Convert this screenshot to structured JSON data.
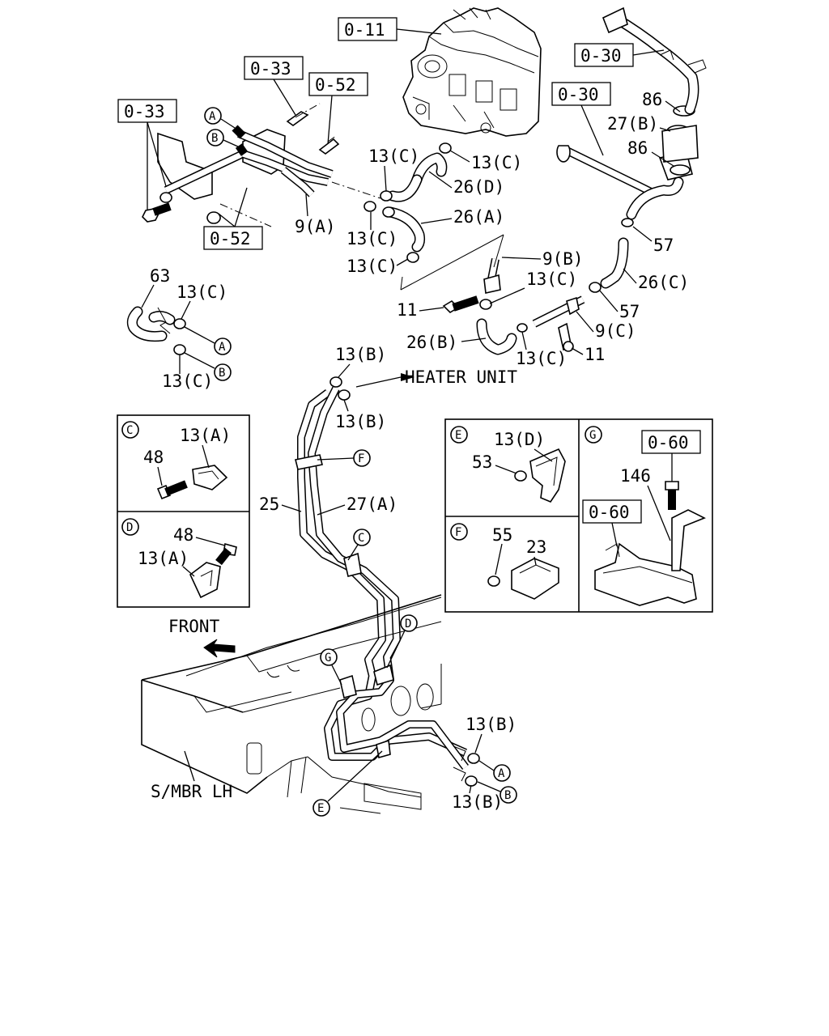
{
  "refs": {
    "r_0_11": "0-11",
    "r_0_33_top": "0-33",
    "r_0_33_left": "0-33",
    "r_0_52_top": "0-52",
    "r_0_52_bottom": "0-52",
    "r_0_30_top": "0-30",
    "r_0_30_mid": "0-30",
    "r_0_60_top": "0-60",
    "r_0_60_bottom": "0-60"
  },
  "labels": {
    "p86_top": "86",
    "p27b": "27(B)",
    "p86_bot": "86",
    "p13c_a": "13(C)",
    "p13c_b": "13(C)",
    "p26d": "26(D)",
    "p26a": "26(A)",
    "p9a": "9(A)",
    "p13c_c": "13(C)",
    "p13c_d": "13(C)",
    "p9b": "9(B)",
    "p57_top": "57",
    "p26c": "26(C)",
    "p13c_e": "13(C)",
    "p11_left": "11",
    "p57_bot": "57",
    "p9c": "9(C)",
    "p26b": "26(B)",
    "p13c_f": "13(C)",
    "p11_right": "11",
    "p63": "63",
    "p13c_g": "13(C)",
    "p13c_h": "13(C)",
    "p13b_top": "13(B)",
    "heater_unit": "HEATER UNIT",
    "p13b_mid": "13(B)",
    "p25": "25",
    "p27a": "27(A)",
    "front": "FRONT",
    "smbr": "S/MBR LH",
    "p13b_r1": "13(B)",
    "p13b_r2": "13(B)",
    "c_p13a": "13(A)",
    "c_p48": "48",
    "d_p48": "48",
    "d_p13a": "13(A)",
    "e_p13d": "13(D)",
    "e_p53": "53",
    "f_p55": "55",
    "f_p23": "23",
    "g_p146": "146"
  },
  "circles": {
    "A1": "A",
    "B1": "B",
    "A2": "A",
    "B2": "B",
    "F": "F",
    "C": "C",
    "D": "D",
    "G": "G",
    "E": "E",
    "A3": "A",
    "B3": "B",
    "panelC": "C",
    "panelD": "D",
    "panelE": "E",
    "panelF": "F",
    "panelG": "G"
  },
  "icons": {
    "front_arrow": "front-arrow-icon"
  }
}
